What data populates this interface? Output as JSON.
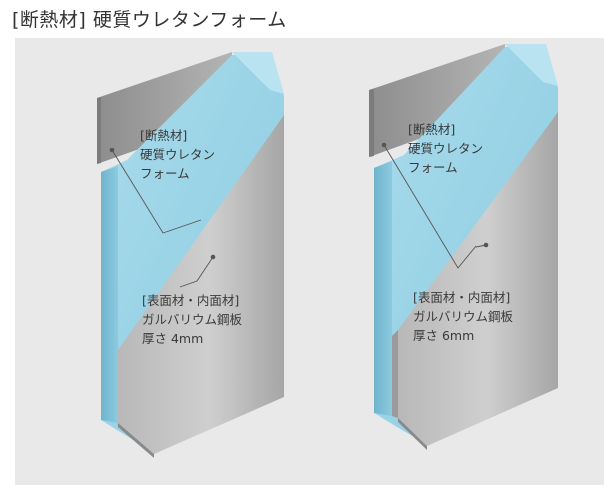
{
  "title": "[断熱材] 硬質ウレタンフォーム",
  "left_panel": {
    "insulation_label": [
      "[断熱材]",
      "硬質ウレタン",
      "フォーム"
    ],
    "surface_label": [
      "[表面材・内面材]",
      "ガルバリウム鋼板",
      "厚さ 4mm"
    ]
  },
  "right_panel": {
    "insulation_label": [
      "[断熱材]",
      "硬質ウレタン",
      "フォーム"
    ],
    "surface_label": [
      "[表面材・内面材]",
      "ガルバリウム鋼板",
      "厚さ 6mm"
    ]
  },
  "colors": {
    "background": "#e9e9e9",
    "foam": "#9fd4e6",
    "steel": "#9c9c9c"
  }
}
